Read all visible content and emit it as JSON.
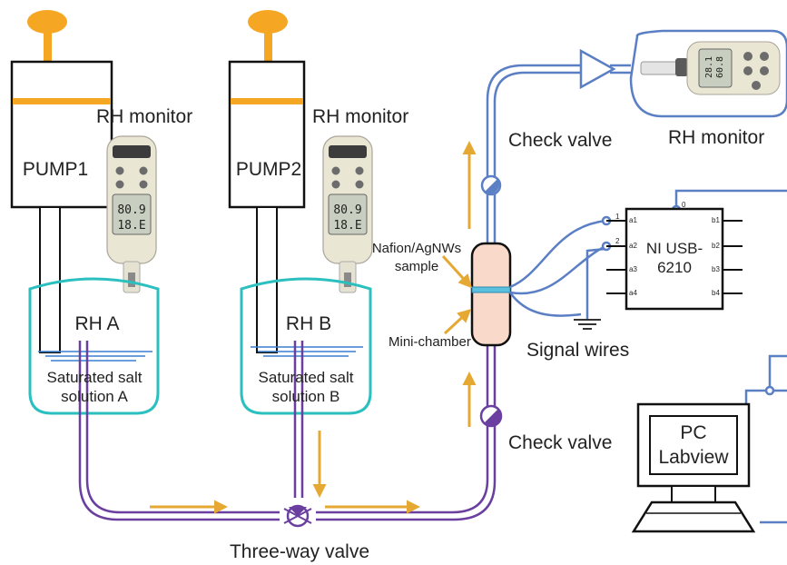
{
  "labels": {
    "pump1": "PUMP1",
    "pump2": "PUMP2",
    "rh_monitor_1": "RH monitor",
    "rh_monitor_2": "RH monitor",
    "rh_monitor_3": "RH monitor",
    "rh_a": "RH A",
    "rh_b": "RH B",
    "solution_a_line1": "Saturated salt",
    "solution_a_line2": "solution A",
    "solution_b_line1": "Saturated salt",
    "solution_b_line2": "solution B",
    "three_way_valve": "Three-way valve",
    "check_valve_top": "Check valve",
    "check_valve_bottom": "Check valve",
    "sample_line1": "Nafion/AgNWs",
    "sample_line2": "sample",
    "mini_chamber": "Mini-chamber",
    "signal_wires": "Signal wires",
    "daq_line1": "NI USB-",
    "daq_line2": "6210",
    "pc_line1": "PC",
    "pc_line2": "Labview"
  },
  "daq_pins": {
    "left": [
      "a1",
      "a2",
      "a3",
      "a4"
    ],
    "right": [
      "b1",
      "b2",
      "b3",
      "b4"
    ],
    "wire_1": "1",
    "wire_2": "2",
    "wire_0": "0"
  },
  "meter_readings": {
    "handheld_a_top": "80.9",
    "handheld_a_bottom": "18.E",
    "handheld_b_top": "80.9",
    "handheld_b_bottom": "18.E",
    "benchtop_top": "28.1",
    "benchtop_bottom": "60.8"
  },
  "colors": {
    "pump_handle": "#f5a623",
    "tube_purple": "#6b3fa0",
    "tube_blue": "#5b7fc4",
    "container_teal": "#2bbfbf",
    "flow_arrow": "#e5a832",
    "chamber_fill": "#f9d9c9",
    "sample_strip": "#5bc0de"
  }
}
